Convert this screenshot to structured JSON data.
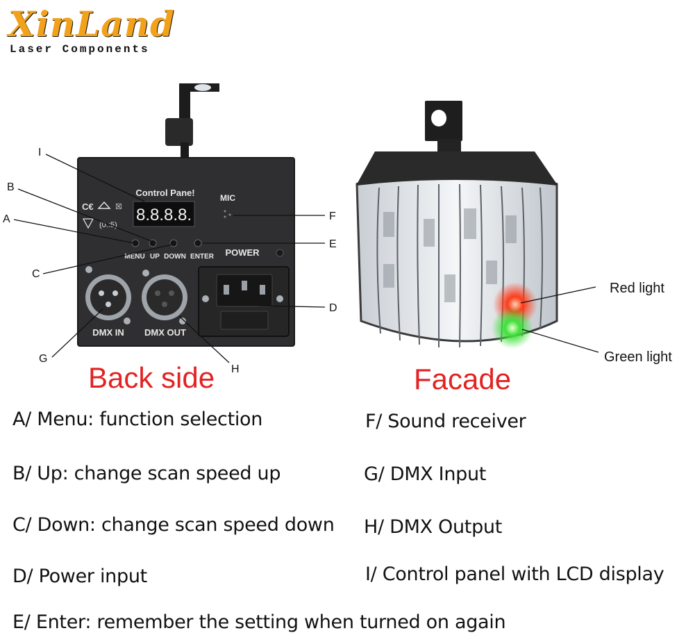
{
  "logo": {
    "name": "XinLand",
    "tagline": "Laser Components"
  },
  "back": {
    "title": "Back side",
    "panel_title": "Control Pane!",
    "display": "8.8.8.8.",
    "mic_label": "MIC",
    "power_label": "POWER",
    "button_labels": [
      "MENU",
      "UP",
      "DOWN",
      "ENTER"
    ],
    "dmx_in_label": "DMX IN",
    "dmx_out_label": "DMX OUT",
    "callouts": {
      "A": "A",
      "B": "B",
      "C": "C",
      "D": "D",
      "E": "E",
      "F": "F",
      "G": "G",
      "H": "H",
      "I": "I"
    }
  },
  "front": {
    "title": "Facade",
    "red_label": "Red light",
    "green_label": "Green light"
  },
  "legend": {
    "left": [
      "A/ Menu: function selection",
      "B/ Up: change scan speed up",
      "C/ Down: change scan speed down",
      "D/ Power input"
    ],
    "right": [
      "F/ Sound receiver",
      "G/ DMX Input",
      "H/ DMX Output",
      "I/ Control panel with LCD display"
    ],
    "bottom": "E/ Enter: remember the setting when turned on again"
  }
}
